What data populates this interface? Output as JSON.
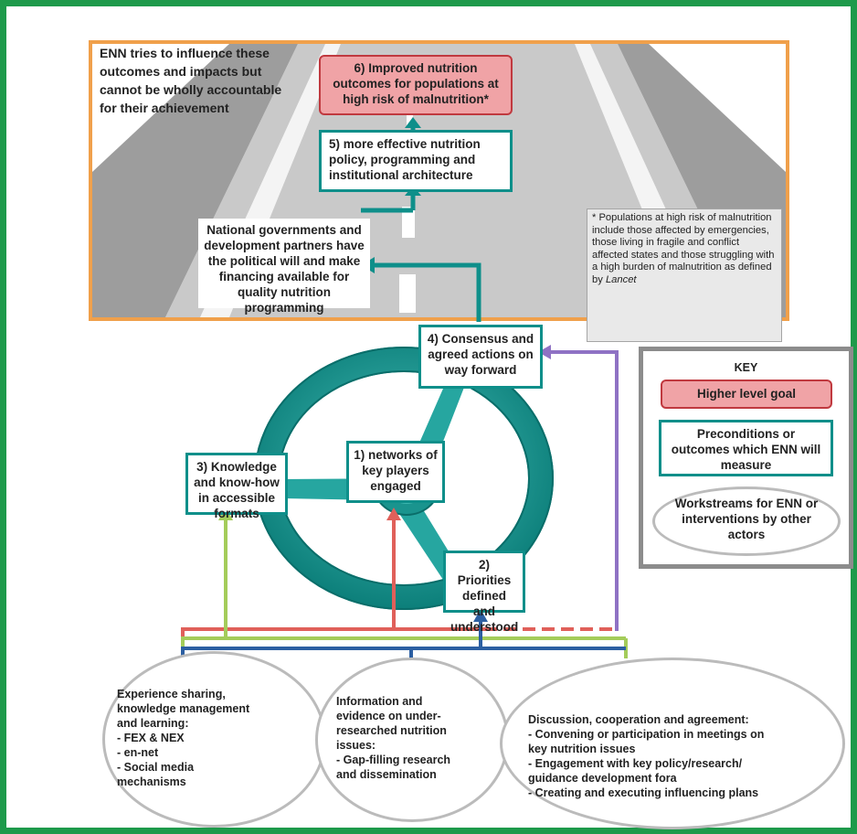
{
  "colors": {
    "frame_border": "#1e9a4b",
    "road_box_border": "#f0a04b",
    "teal": "#0e8f8a",
    "goal_fill": "#f0a3a6",
    "goal_border": "#c0393f",
    "arrow_red": "#e0605a",
    "arrow_green": "#a4cc5a",
    "arrow_blue": "#2c5fa2",
    "arrow_purple": "#8f72c4",
    "ellipse_border": "#bbbbbb",
    "key_border": "#8c8c8c"
  },
  "top": {
    "intro": "ENN tries to influence these outcomes and impacts but cannot be wholly accountable for their achievement",
    "goal6": "6) Improved nutrition outcomes for populations at high risk of malnutrition*",
    "box5": "5) more effective nutrition policy, programming and institutional architecture",
    "national": "National governments and development partners have the political will and make financing available for quality nutrition programming",
    "note_main": "* Populations at high risk of malnutrition include those affected by emergencies, those living in fragile and conflict affected states and those struggling with a high burden of malnutrition as defined by ",
    "note_italic": "Lancet"
  },
  "wheel": {
    "box4": "4) Consensus and agreed actions on way forward",
    "box3": "3) Knowledge and know-how in accessible formats",
    "box1": "1) networks of key players engaged",
    "box2": "2) Priorities defined and understood"
  },
  "key": {
    "title": "KEY",
    "goal": "Higher level goal",
    "precond": "Preconditions or outcomes which ENN will measure",
    "workstreams": "Workstreams for ENN or interventions by other actors"
  },
  "workstreams": {
    "left": "Experience sharing,\nknowledge management\nand learning:\n- FEX & NEX\n- en-net\n- Social media\n  mechanisms",
    "middle": "Information and\nevidence on under-\nresearched nutrition\nissues:\n- Gap-filling research\n  and dissemination",
    "right": "Discussion, cooperation and agreement:\n- Convening or participation in meetings on\n  key nutrition issues\n- Engagement with key policy/research/\n  guidance development fora\n- Creating and executing influencing plans"
  },
  "icons": {
    "road": "road-icon",
    "steering_wheel": "steering-wheel-icon"
  }
}
